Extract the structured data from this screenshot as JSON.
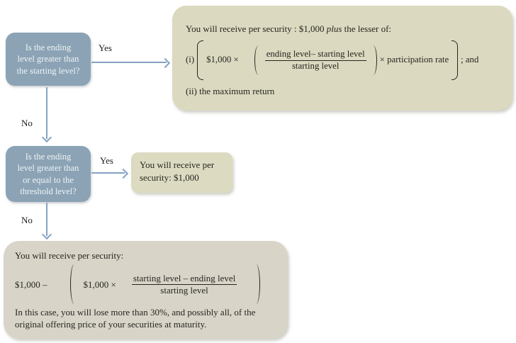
{
  "colors": {
    "decision_box": "#8ba3b5",
    "outcome_box_olive": "#dbd9c0",
    "outcome_box_small": "#dcdbc2",
    "outcome_box_gray": "#d8d4c8",
    "arrow": "#85a3c2",
    "text_dark": "#262620",
    "decision_text": "#eff3f5"
  },
  "decision1": {
    "lines": [
      "Is the ending",
      "level greater than",
      "the starting level?"
    ]
  },
  "decision2": {
    "lines": [
      "Is the ending",
      "level greater than",
      "or equal to the",
      "threshold level?"
    ]
  },
  "labels": {
    "yes1": "Yes",
    "no1": "No",
    "yes2": "Yes",
    "no2": "No"
  },
  "outcome_top": {
    "intro_before": "You will receive per security : $1,000 ",
    "intro_italic": "plus",
    "intro_after": " the lesser of:",
    "item1_prefix": "(i)",
    "item1_amount": "$1,000 ×",
    "fraction_numerator": "ending level– starting level",
    "fraction_denominator": "starting level",
    "item1_suffix": "×  participation rate",
    "item1_end": "; and",
    "item2": "(ii) the maximum return"
  },
  "outcome_mid": {
    "text": "You will receive per security: $1,000"
  },
  "outcome_bottom": {
    "line1": "You will receive per security:",
    "formula_prefix": "$1,000 –",
    "formula_amount": "$1,000  ×",
    "fraction_numerator": "starting level – ending level",
    "fraction_denominator": "starting level",
    "note_line1": "In this case, you will lose more than 30%, and possibly all, of the",
    "note_line2": "original offering price of your securities at maturity."
  }
}
